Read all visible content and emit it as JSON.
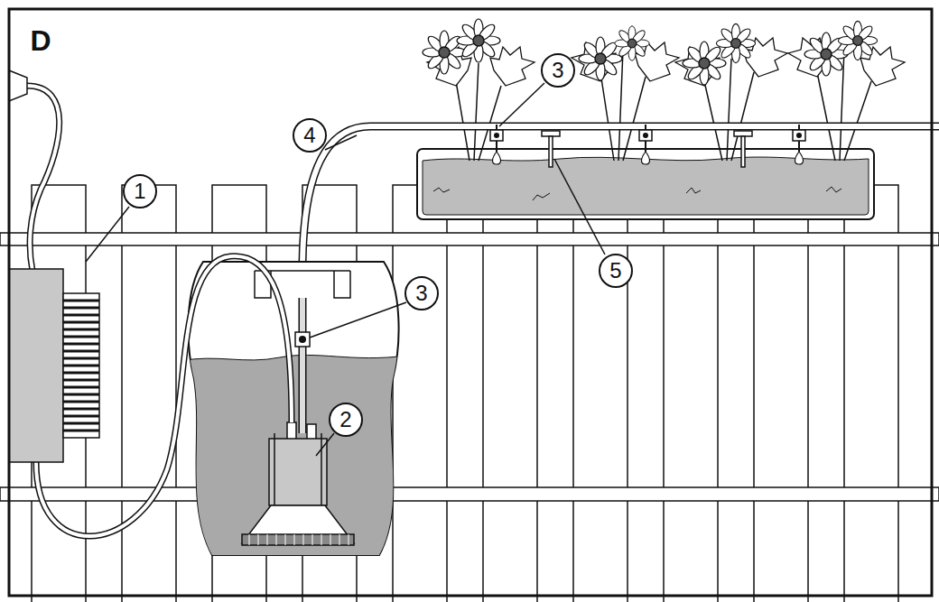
{
  "diagram": {
    "labels": [
      "D",
      "3",
      "4",
      "1",
      "5",
      "3",
      "2"
    ]
  }
}
